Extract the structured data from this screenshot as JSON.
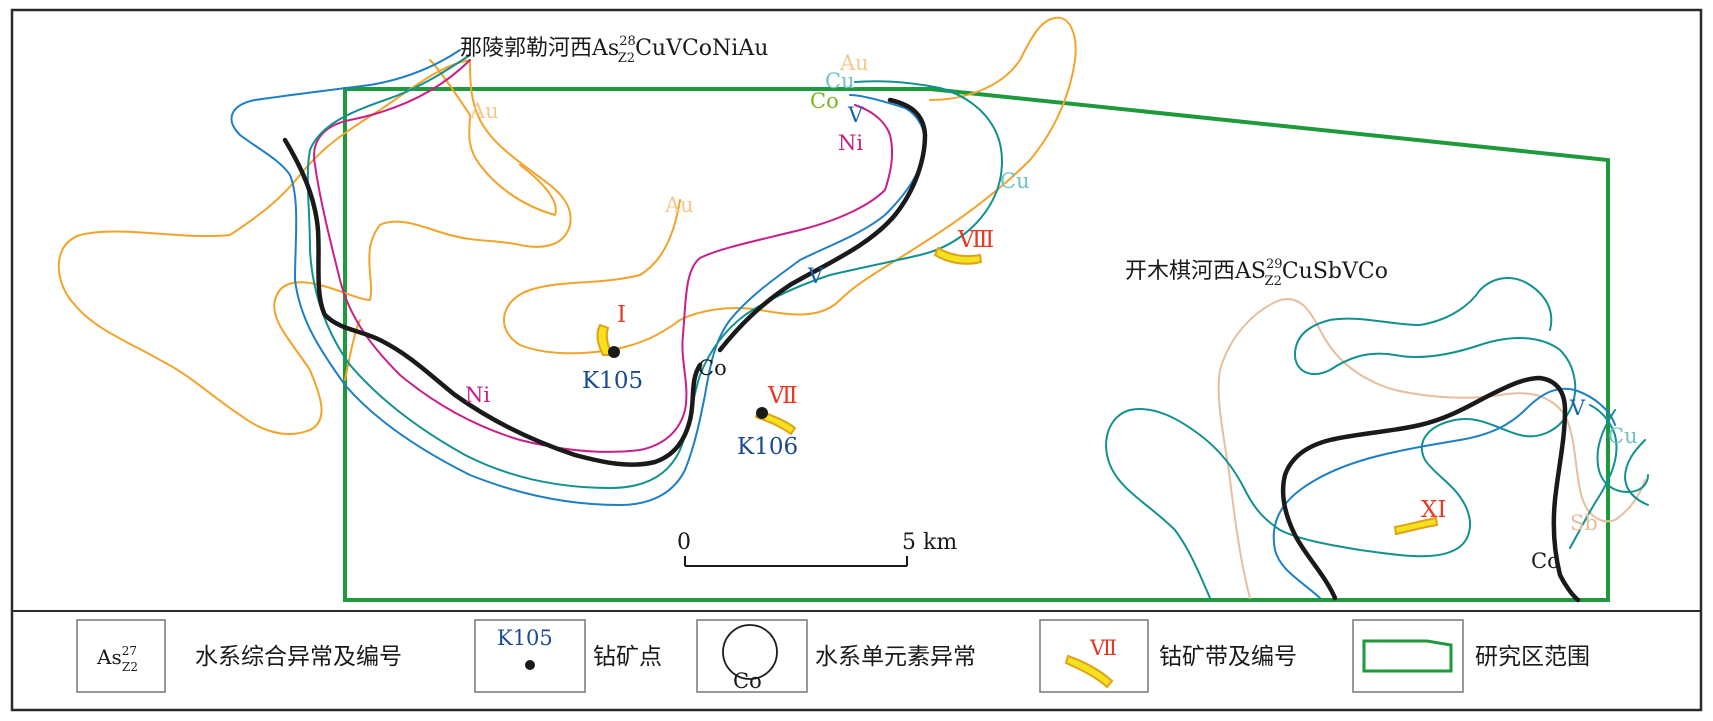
{
  "colors": {
    "frame": "#2b2b2b",
    "study_area": "#1e9a3c",
    "contact": "#1a1a1a",
    "Au": "#f2a32a",
    "Au_label": "#f3c98b",
    "Ni": "#c8208a",
    "Cu": "#12918f",
    "Cu_label": "#6fc3c2",
    "V": "#1e7fc4",
    "V_label": "#1b61ab",
    "Co": "#1a1a1a",
    "Co_green": "#7ab51d",
    "Sb": "#e6bf9e",
    "zone_fill": "#f5e21c",
    "zone_roman": "#e53a23",
    "drill_label": "#1a4b92"
  },
  "anomalies": [
    {
      "id": "west",
      "code": "As",
      "sup": "28",
      "sub": "Z2",
      "prefix": "那陵郭勒河西",
      "elements": "CuVCoNiAu"
    },
    {
      "id": "east",
      "code": "AS",
      "sup": "29",
      "sub": "Z2",
      "prefix": "开木棋河西",
      "elements": "CuSbVCo"
    }
  ],
  "element_labels": {
    "au1": "Au",
    "au2": "Au",
    "au3": "Au",
    "cu1": "Cu",
    "cu2": "Cu",
    "cu3": "Cu",
    "co_green": "Co",
    "v1": "V",
    "v2": "V",
    "v3": "V",
    "ni1": "Ni",
    "ni2": "Ni",
    "co1": "Co",
    "co2": "Co",
    "sb1": "Sb"
  },
  "cobalt_zones": [
    {
      "id": "I",
      "numeral": "I"
    },
    {
      "id": "VII",
      "numeral": "Ⅶ"
    },
    {
      "id": "VIII",
      "numeral": "Ⅷ"
    },
    {
      "id": "XI",
      "numeral": "XI"
    }
  ],
  "drill_points": [
    {
      "id": "K105",
      "label": "K105"
    },
    {
      "id": "K106",
      "label": "K106"
    }
  ],
  "scale_bar": {
    "start": "0",
    "end": "5 km"
  },
  "legend": {
    "combined": {
      "code": "As",
      "sup": "27",
      "sub": "Z2",
      "text": "水系综合异常及编号"
    },
    "ore_point": {
      "code": "K105",
      "text": "钻矿点"
    },
    "single": {
      "code": "Co",
      "text": "水系单元素异常"
    },
    "ore_zone": {
      "code": "Ⅶ",
      "text": "钴矿带及编号"
    },
    "study_area": {
      "text": "研究区范围"
    }
  }
}
